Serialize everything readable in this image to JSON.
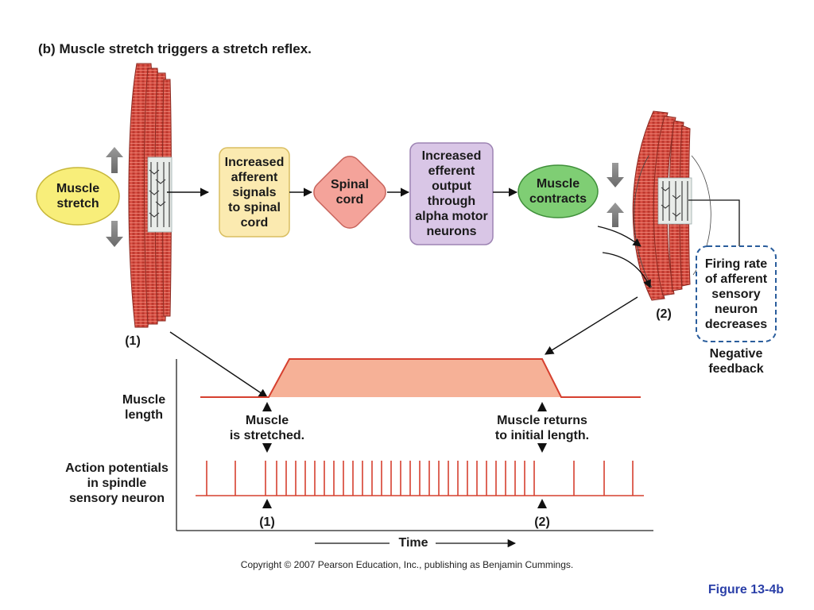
{
  "title": {
    "part": "(b)",
    "text": "Muscle stretch triggers a stretch reflex."
  },
  "flow": {
    "muscle_stretch": [
      "Muscle",
      "stretch"
    ],
    "afferent_signals": [
      "Increased",
      "afferent",
      "signals",
      "to spinal",
      "cord"
    ],
    "spinal_cord": [
      "Spinal",
      "cord"
    ],
    "efferent_output": [
      "Increased",
      "efferent",
      "output",
      "through",
      "alpha motor",
      "neurons"
    ],
    "muscle_contracts": [
      "Muscle",
      "contracts"
    ],
    "firing_rate": [
      "Firing rate",
      "of afferent",
      "sensory",
      "neuron",
      "decreases"
    ],
    "negative_feedback": [
      "Negative",
      "feedback"
    ]
  },
  "markers": {
    "one": "(1)",
    "two": "(2)"
  },
  "graph": {
    "muscle_length_label": [
      "Muscle",
      "length"
    ],
    "stretched_label": [
      "Muscle",
      "is stretched."
    ],
    "returns_label": [
      "Muscle returns",
      "to initial length."
    ],
    "action_potentials_label": [
      "Action potentials",
      "in spindle",
      "sensory neuron"
    ],
    "marker_one": "(1)",
    "marker_two": "(2)",
    "time_label": "Time"
  },
  "colors": {
    "muscle_red": "#d9443a",
    "trace_red": "#d6402f",
    "plateau_fill": "#f6b197",
    "yellow_fill": "#f8ee7a",
    "afferent_fill": "#fbeab0",
    "spinal_fill": "#f4a39a",
    "efferent_fill": "#d9c6e6",
    "green_fill": "#7fce74",
    "feedback_border": "#2a5d9c",
    "figure_ref": "#2a3fa8"
  },
  "copyright": "Copyright © 2007 Pearson Education, Inc., publishing as Benjamin Cummings.",
  "figure_ref": "Figure 13-4b"
}
